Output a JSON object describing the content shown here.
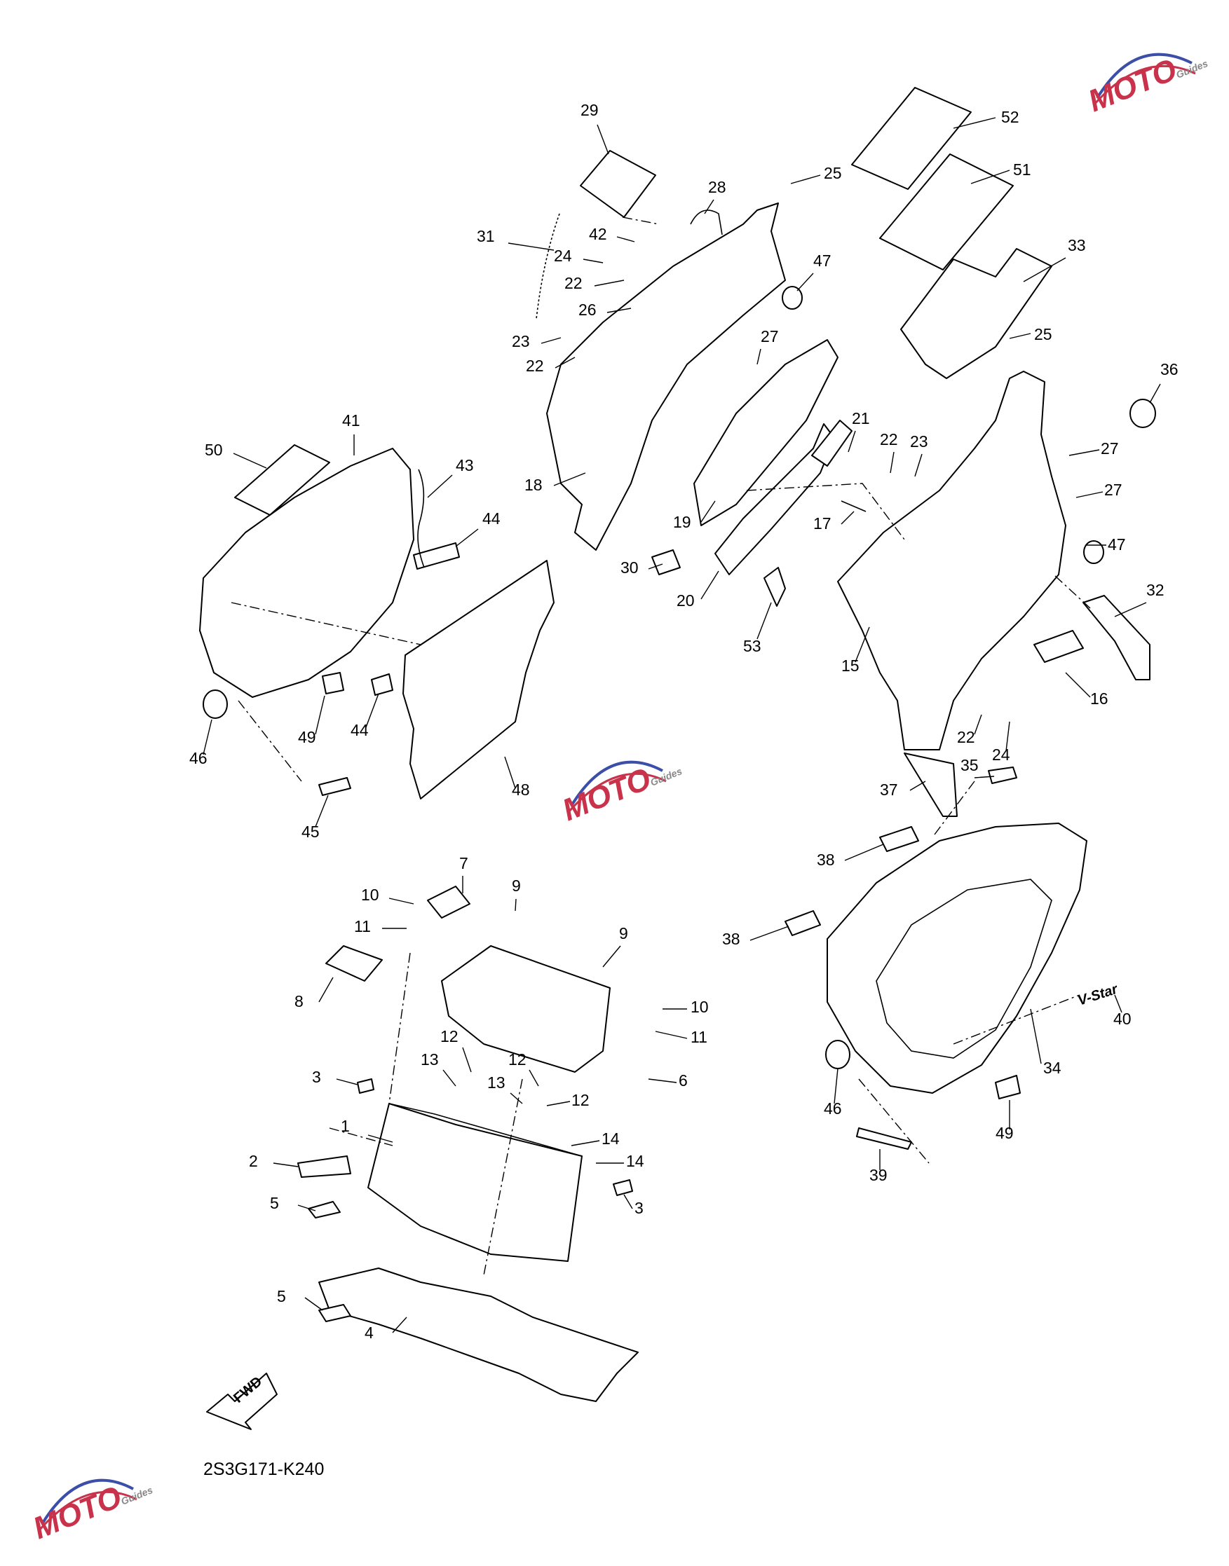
{
  "diagram_code": "2S3G171-K240",
  "fwd_label": "FWD",
  "emblem_text": "V-Star",
  "watermark": {
    "main": "MOTO",
    "sub": "Guides",
    "color": "#c8324a",
    "accent": "#3b4ea8"
  },
  "callouts": [
    {
      "id": "29",
      "label": "29"
    },
    {
      "id": "28",
      "label": "28"
    },
    {
      "id": "25a",
      "label": "25"
    },
    {
      "id": "52",
      "label": "52"
    },
    {
      "id": "51",
      "label": "51"
    },
    {
      "id": "31",
      "label": "31"
    },
    {
      "id": "42",
      "label": "42"
    },
    {
      "id": "24a",
      "label": "24"
    },
    {
      "id": "22a",
      "label": "22"
    },
    {
      "id": "47a",
      "label": "47"
    },
    {
      "id": "33",
      "label": "33"
    },
    {
      "id": "26",
      "label": "26"
    },
    {
      "id": "25b",
      "label": "25"
    },
    {
      "id": "23a",
      "label": "23"
    },
    {
      "id": "22b",
      "label": "22"
    },
    {
      "id": "27a",
      "label": "27"
    },
    {
      "id": "36",
      "label": "36"
    },
    {
      "id": "41",
      "label": "41"
    },
    {
      "id": "50",
      "label": "50"
    },
    {
      "id": "43",
      "label": "43"
    },
    {
      "id": "21",
      "label": "21"
    },
    {
      "id": "22c",
      "label": "22"
    },
    {
      "id": "23b",
      "label": "23"
    },
    {
      "id": "27b",
      "label": "27"
    },
    {
      "id": "18",
      "label": "18"
    },
    {
      "id": "27c",
      "label": "27"
    },
    {
      "id": "44a",
      "label": "44"
    },
    {
      "id": "17",
      "label": "17"
    },
    {
      "id": "19",
      "label": "19"
    },
    {
      "id": "47b",
      "label": "47"
    },
    {
      "id": "30",
      "label": "30"
    },
    {
      "id": "32",
      "label": "32"
    },
    {
      "id": "20",
      "label": "20"
    },
    {
      "id": "53",
      "label": "53"
    },
    {
      "id": "15",
      "label": "15"
    },
    {
      "id": "16",
      "label": "16"
    },
    {
      "id": "49a",
      "label": "49"
    },
    {
      "id": "44b",
      "label": "44"
    },
    {
      "id": "22d",
      "label": "22"
    },
    {
      "id": "46a",
      "label": "46"
    },
    {
      "id": "24b",
      "label": "24"
    },
    {
      "id": "35",
      "label": "35"
    },
    {
      "id": "37",
      "label": "37"
    },
    {
      "id": "48",
      "label": "48"
    },
    {
      "id": "45",
      "label": "45"
    },
    {
      "id": "38a",
      "label": "38"
    },
    {
      "id": "7",
      "label": "7"
    },
    {
      "id": "10a",
      "label": "10"
    },
    {
      "id": "9a",
      "label": "9"
    },
    {
      "id": "11a",
      "label": "11"
    },
    {
      "id": "38b",
      "label": "38"
    },
    {
      "id": "9b",
      "label": "9"
    },
    {
      "id": "8",
      "label": "8"
    },
    {
      "id": "10b",
      "label": "10"
    },
    {
      "id": "40",
      "label": "40"
    },
    {
      "id": "11b",
      "label": "11"
    },
    {
      "id": "12a",
      "label": "12"
    },
    {
      "id": "13a",
      "label": "13"
    },
    {
      "id": "12b",
      "label": "12"
    },
    {
      "id": "6",
      "label": "6"
    },
    {
      "id": "34",
      "label": "34"
    },
    {
      "id": "3a",
      "label": "3"
    },
    {
      "id": "13b",
      "label": "13"
    },
    {
      "id": "12c",
      "label": "12"
    },
    {
      "id": "46b",
      "label": "46"
    },
    {
      "id": "1",
      "label": "1"
    },
    {
      "id": "14a",
      "label": "14"
    },
    {
      "id": "49b",
      "label": "49"
    },
    {
      "id": "2",
      "label": "2"
    },
    {
      "id": "14b",
      "label": "14"
    },
    {
      "id": "39",
      "label": "39"
    },
    {
      "id": "5a",
      "label": "5"
    },
    {
      "id": "3b",
      "label": "3"
    },
    {
      "id": "5b",
      "label": "5"
    },
    {
      "id": "4",
      "label": "4"
    }
  ]
}
